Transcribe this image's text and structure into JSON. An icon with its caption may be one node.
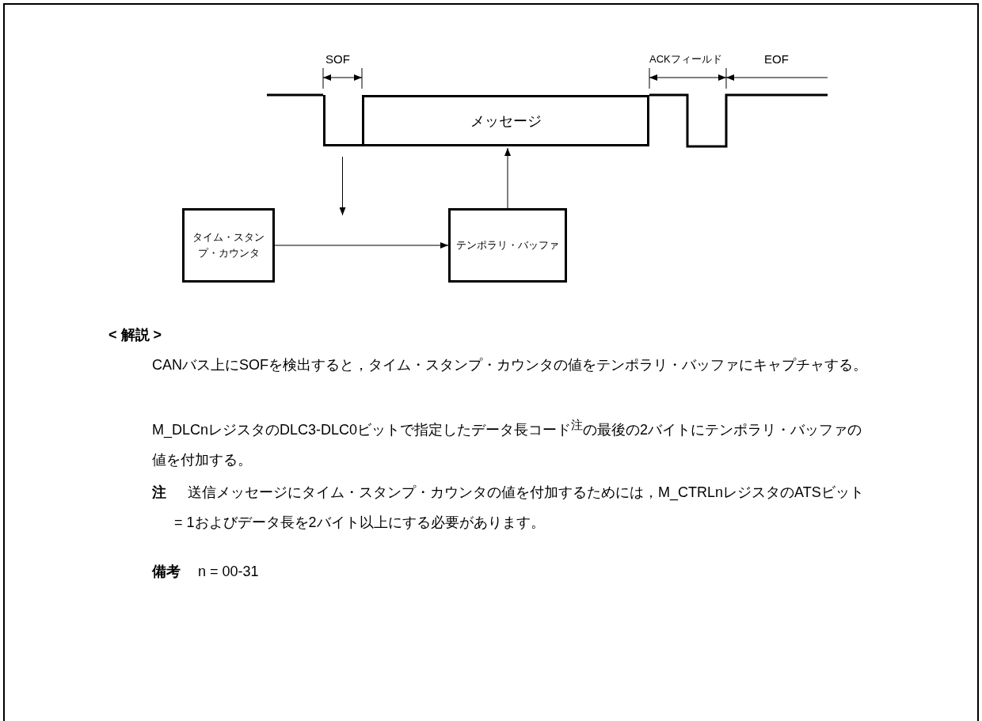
{
  "diagram": {
    "nodes": [
      {
        "text": [
          "メッセージ"
        ]
      },
      {
        "text": [
          "タイム・スタンプ・カウンタ"
        ]
      },
      {
        "text": [
          "テンポラリ・バッファ"
        ]
      },
      {
        "text": [],
        "shape": "bar"
      }
    ],
    "edges": [
      {
        "from": 3,
        "to": null,
        "arrow": "to"
      },
      {
        "from": 1,
        "to": 2,
        "arrow": "to"
      },
      {
        "from": 2,
        "to": 0,
        "arrow": "to"
      }
    ],
    "labels": [
      "SOF",
      "ACKフィールド",
      "EOF",
      "< 解説 >",
      "CANバス上にSOFを検出すると，タイム・スタンプ・カウンタの値をテンポラリ・バッファにキャプチャする。",
      "M_DLCnレジスタのDLC3-DLC0ビットで指定したデータ長コード$^{注}$の最後の2バイトにテンポラリ・バッファの値を付加する。",
      "注",
      "送信メッセージにタイム・スタンプ・カウンタの値を付加するためには，M_CTRLnレジスタのATSビット = 1およびデータ長を2バイト以上にする必要があります。",
      "備考",
      "n = 00-31"
    ]
  }
}
